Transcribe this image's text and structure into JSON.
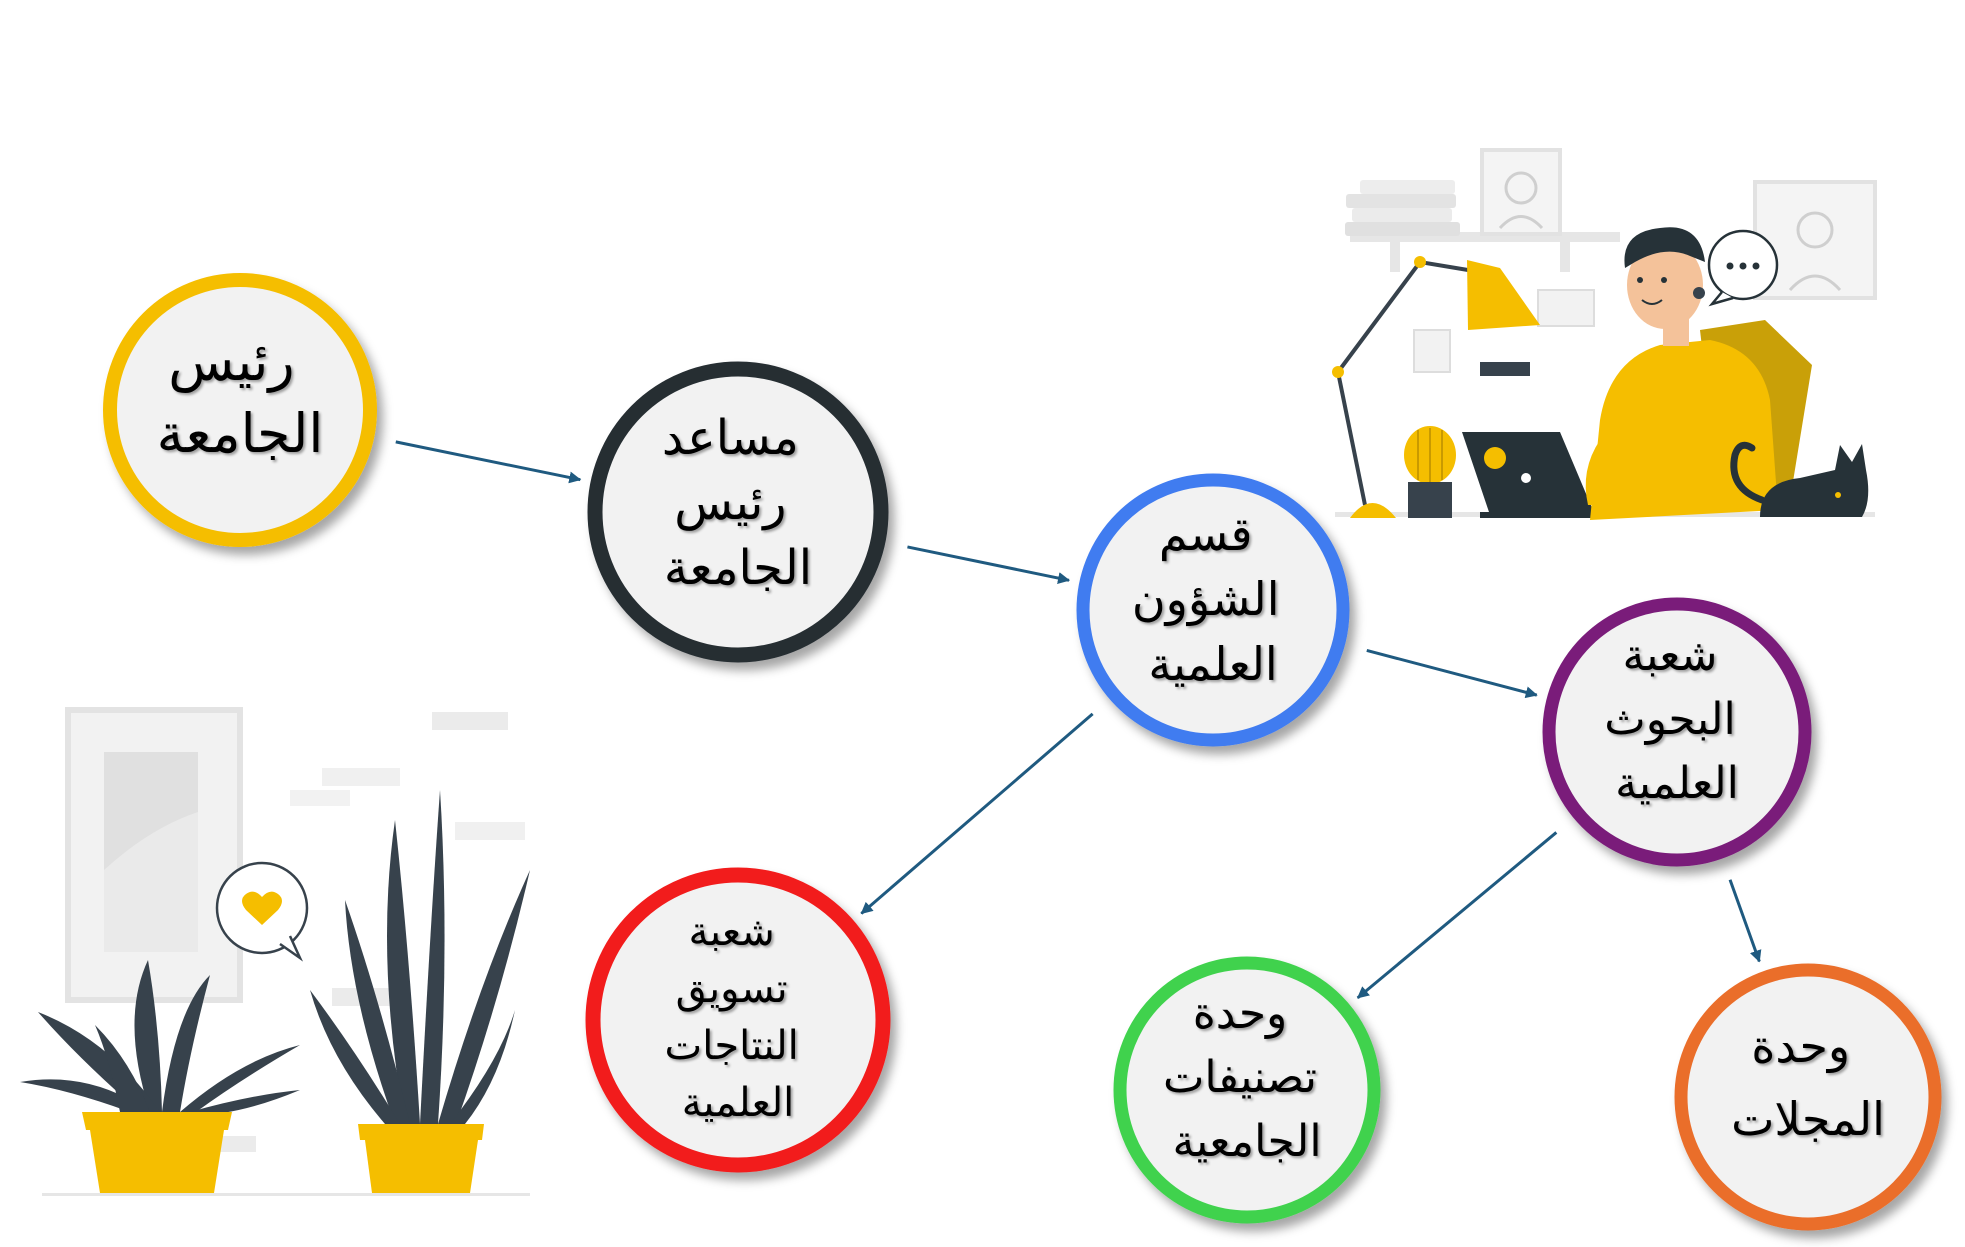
{
  "nodes": [
    {
      "id": "university-president",
      "lines": [
        "رئيس",
        "الجامعة"
      ],
      "ring_color": "#F5BE00"
    },
    {
      "id": "assistant-president",
      "lines": [
        "مساعد",
        "رئيس",
        "الجامعة"
      ],
      "ring_color": "#252D33"
    },
    {
      "id": "scientific-affairs-department",
      "lines": [
        "قسم",
        "الشؤون",
        "العلمية"
      ],
      "ring_color": "#3F7BF0"
    },
    {
      "id": "scientific-research-division",
      "lines": [
        "شعبة",
        "البحوث",
        "العلمية"
      ],
      "ring_color": "#7A1F7A"
    },
    {
      "id": "scientific-output-marketing-division",
      "lines": [
        "شعبة",
        "تسويق",
        "النتاجات",
        "العلمية"
      ],
      "ring_color": "#F21B1B"
    },
    {
      "id": "university-rankings-unit",
      "lines": [
        "وحدة",
        "تصنيفات",
        "الجامعية"
      ],
      "ring_color": "#3FD24E"
    },
    {
      "id": "journals-unit",
      "lines": [
        "وحدة",
        "المجلات"
      ],
      "ring_color": "#EA6E2C"
    }
  ],
  "edges": [
    {
      "from": "university-president",
      "to": "assistant-president"
    },
    {
      "from": "assistant-president",
      "to": "scientific-affairs-department"
    },
    {
      "from": "scientific-affairs-department",
      "to": "scientific-research-division"
    },
    {
      "from": "scientific-affairs-department",
      "to": "scientific-output-marketing-division"
    },
    {
      "from": "scientific-research-division",
      "to": "university-rankings-unit"
    },
    {
      "from": "scientific-research-division",
      "to": "journals-unit"
    }
  ],
  "colors": {
    "arrow": "#1F5A80",
    "node_fill": "#F2F2F2",
    "accent_yellow": "#F5BE00",
    "illustration_gray": "#E6E6E6",
    "plant_leaf": "#37424C"
  },
  "illustrations": [
    {
      "name": "man-at-laptop-illustration",
      "icons": [
        "desk-lamp-icon",
        "laptop-icon",
        "cactus-icon",
        "cat-icon",
        "speech-bubble-icon",
        "picture-frame-icon"
      ]
    },
    {
      "name": "potted-plants-illustration",
      "icons": [
        "aloe-plant-icon",
        "heart-bubble-icon",
        "window-icon"
      ]
    }
  ]
}
